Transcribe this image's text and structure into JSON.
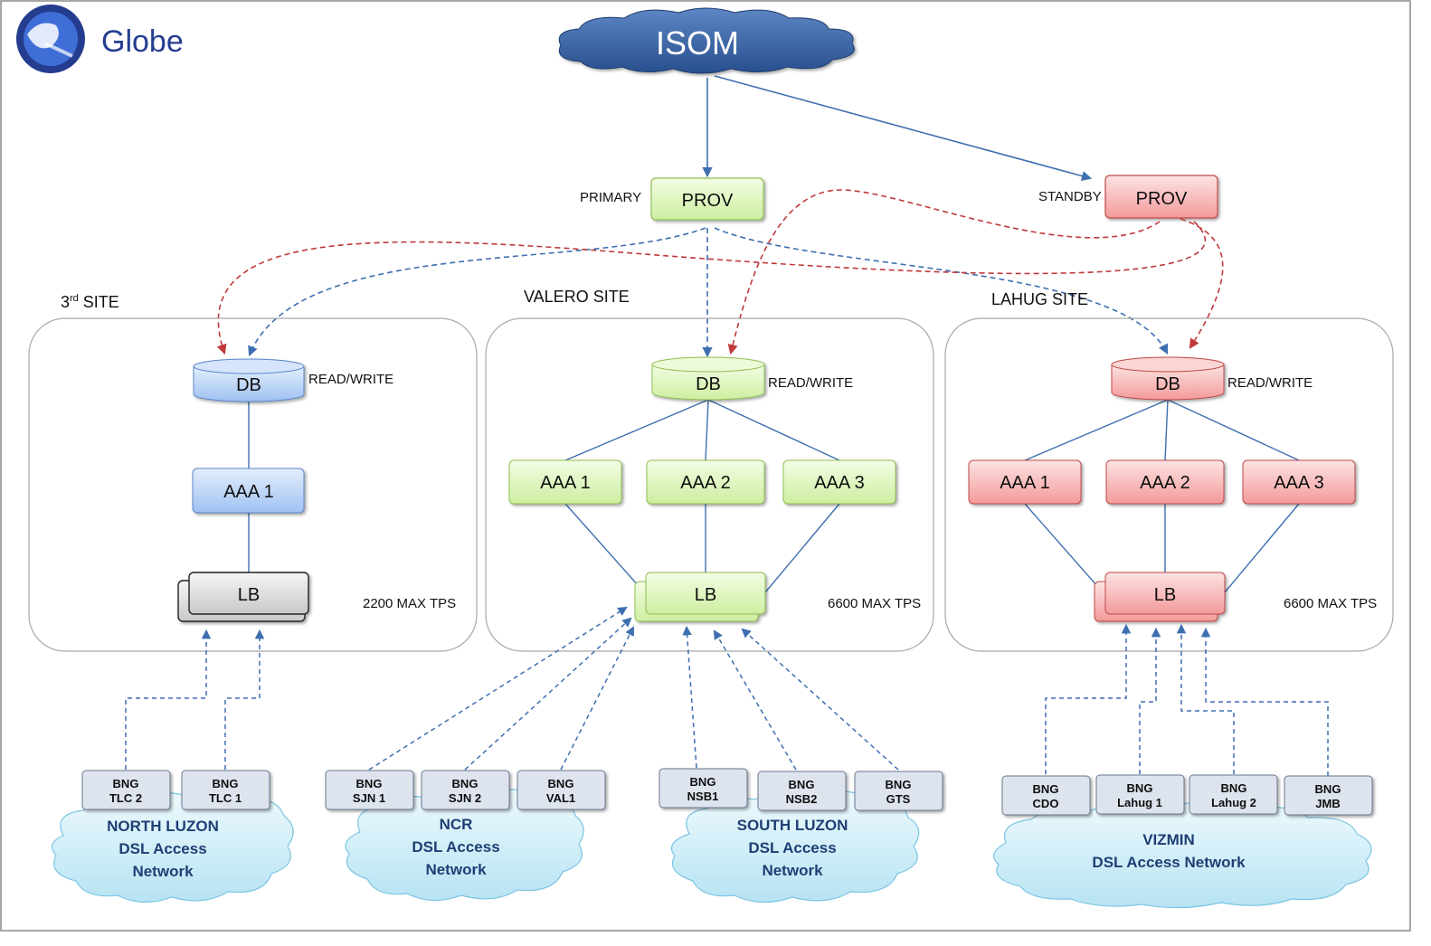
{
  "brand": {
    "name": "Globe"
  },
  "core": {
    "isom": "ISOM"
  },
  "prov": {
    "primary_label": "PRIMARY",
    "primary_box": "PROV",
    "standby_label": "STANDBY",
    "standby_box": "PROV"
  },
  "sites": {
    "third": {
      "title_main": "3",
      "title_sup": "rd",
      "title_rest": " SITE",
      "db": "DB",
      "db_mode": "READ/WRITE",
      "aaa": [
        "AAA 1"
      ],
      "lb": "LB",
      "tps": "2200 MAX TPS"
    },
    "valero": {
      "title": "VALERO SITE",
      "db": "DB",
      "db_mode": "READ/WRITE",
      "aaa": [
        "AAA 1",
        "AAA 2",
        "AAA 3"
      ],
      "lb": "LB",
      "tps": "6600 MAX TPS"
    },
    "lahug": {
      "title": "LAHUG SITE",
      "db": "DB",
      "db_mode": "READ/WRITE",
      "aaa": [
        "AAA 1",
        "AAA 2",
        "AAA 3"
      ],
      "lb": "LB",
      "tps": "6600 MAX TPS"
    }
  },
  "networks": {
    "north_luzon": {
      "lines": [
        "NORTH LUZON",
        "DSL Access",
        "Network"
      ],
      "bngs": [
        [
          "BNG",
          "TLC 2"
        ],
        [
          "BNG",
          "TLC 1"
        ]
      ]
    },
    "ncr": {
      "lines": [
        "NCR",
        "DSL Access",
        "Network"
      ],
      "bngs": [
        [
          "BNG",
          "SJN 1"
        ],
        [
          "BNG",
          "SJN 2"
        ],
        [
          "BNG",
          "VAL1"
        ]
      ]
    },
    "south_luzon": {
      "lines": [
        "SOUTH LUZON",
        "DSL Access",
        "Network"
      ],
      "bngs": [
        [
          "BNG",
          "NSB1"
        ],
        [
          "BNG",
          "NSB2"
        ],
        [
          "BNG",
          "GTS"
        ]
      ]
    },
    "vizmin": {
      "lines": [
        "VIZMIN",
        "DSL Access Network"
      ],
      "bngs": [
        [
          "BNG",
          "CDO"
        ],
        [
          "BNG",
          "Lahug 1"
        ],
        [
          "BNG",
          "Lahug 2"
        ],
        [
          "BNG",
          "JMB"
        ]
      ]
    }
  },
  "colors": {
    "blue": "#a9c8f5",
    "green": "#dff7b8",
    "red": "#f6a3a3",
    "gray": "#d8d8d8",
    "cloud": "#c9ecf7",
    "bng": "#dde4ee",
    "link": "#3e6fb0",
    "dashed_red": "#c0393b"
  }
}
